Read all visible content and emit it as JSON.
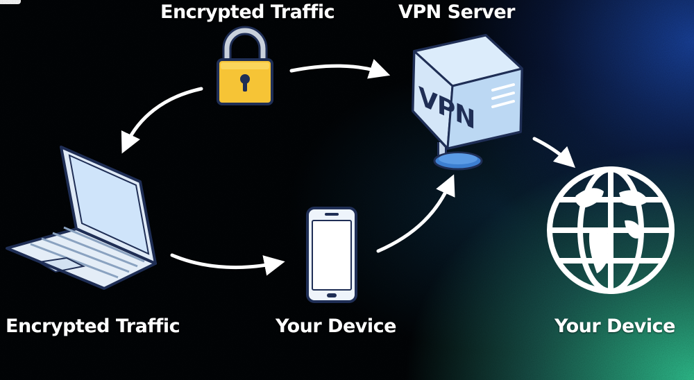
{
  "labels": {
    "top_left": "Encrypted Traffic",
    "top_right": "VPN Server",
    "bottom_left": "Encrypted Traffic",
    "bottom_mid": "Your Device",
    "bottom_right": "Your Device"
  },
  "server_badge": "VPN",
  "icons": [
    "lock-icon",
    "server-icon",
    "laptop-icon",
    "phone-icon",
    "globe-icon"
  ],
  "colors": {
    "lock_yellow": "#f6c436",
    "outline_navy": "#1f2e55",
    "screen_blue": "#d3e8fb",
    "arrow_white": "#ffffff",
    "glow_green": "#2ebe8c",
    "glow_blue": "#1e50be"
  }
}
